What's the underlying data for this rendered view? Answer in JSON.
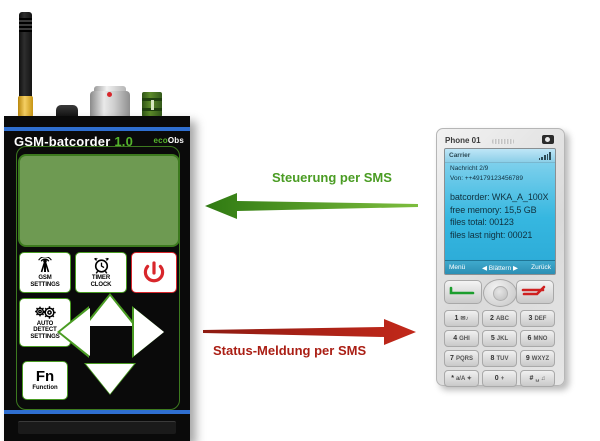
{
  "device": {
    "brand_name": "GSM-batcorder",
    "version": "1.0",
    "maker_eco": "eco",
    "maker_obs": "Obs",
    "keys": [
      {
        "id": "gsm",
        "icon": "antenna-signal-icon",
        "line1": "GSM",
        "line2": "SETTINGS"
      },
      {
        "id": "timer",
        "icon": "alarm-clock-icon",
        "line1": "TIMER",
        "line2": "CLOCK"
      },
      {
        "id": "power",
        "icon": "power-icon",
        "line1": "",
        "line2": ""
      },
      {
        "id": "auto",
        "icon": "gears-icon",
        "line1": "AUTO",
        "line2": "DETECT",
        "line3": "SETTINGS"
      },
      {
        "id": "fn",
        "icon": "",
        "line1": "Fn",
        "line2": "Function"
      }
    ],
    "dpad": [
      {
        "id": "up",
        "label": "up-arrow"
      },
      {
        "id": "down",
        "label": "down-arrow"
      },
      {
        "id": "left",
        "label": "left-arrow"
      },
      {
        "id": "right",
        "label": "right-arrow"
      }
    ],
    "colors": {
      "accent_green": "#4a9c23",
      "lcd_green": "#6e9a52",
      "stripe_blue": "#2f6fd0",
      "power_red": "#d8262b"
    }
  },
  "arrows": {
    "to_device": {
      "label": "Steuerung per SMS",
      "color": "#4a9c23",
      "direction": "left"
    },
    "to_phone": {
      "label": "Status-Meldung per SMS",
      "color": "#aa1e14",
      "direction": "right"
    }
  },
  "phone": {
    "title": "Phone 01",
    "screen": {
      "carrier": "Carrier",
      "message_index": "Nachricht 2/9",
      "sender": "Von: ++49179123456789",
      "body_lines": [
        "batcorder: WKA_A_100X",
        "free memory: 15,5 GB",
        "files total: 00123",
        "files last night: 00021"
      ],
      "softkeys": {
        "left": "Menü",
        "center": "◀ Blättern ▶",
        "right": "Zurück"
      }
    },
    "call_keys": {
      "call": "call-key",
      "end": "end-call-key",
      "navpad": "navigation-pad"
    },
    "keypad": [
      [
        {
          "num": "1",
          "sub": "✉♪"
        },
        {
          "num": "2",
          "sub": "ABC"
        },
        {
          "num": "3",
          "sub": "DEF"
        }
      ],
      [
        {
          "num": "4",
          "sub": "GHI"
        },
        {
          "num": "5",
          "sub": "JKL"
        },
        {
          "num": "6",
          "sub": "MNO"
        }
      ],
      [
        {
          "num": "7",
          "sub": "PQRS"
        },
        {
          "num": "8",
          "sub": "TUV"
        },
        {
          "num": "9",
          "sub": "WXYZ"
        }
      ],
      [
        {
          "num": "*",
          "sub": "a/A ✦"
        },
        {
          "num": "0",
          "sub": "+"
        },
        {
          "num": "#",
          "sub": "␣ ♫"
        }
      ]
    ]
  }
}
